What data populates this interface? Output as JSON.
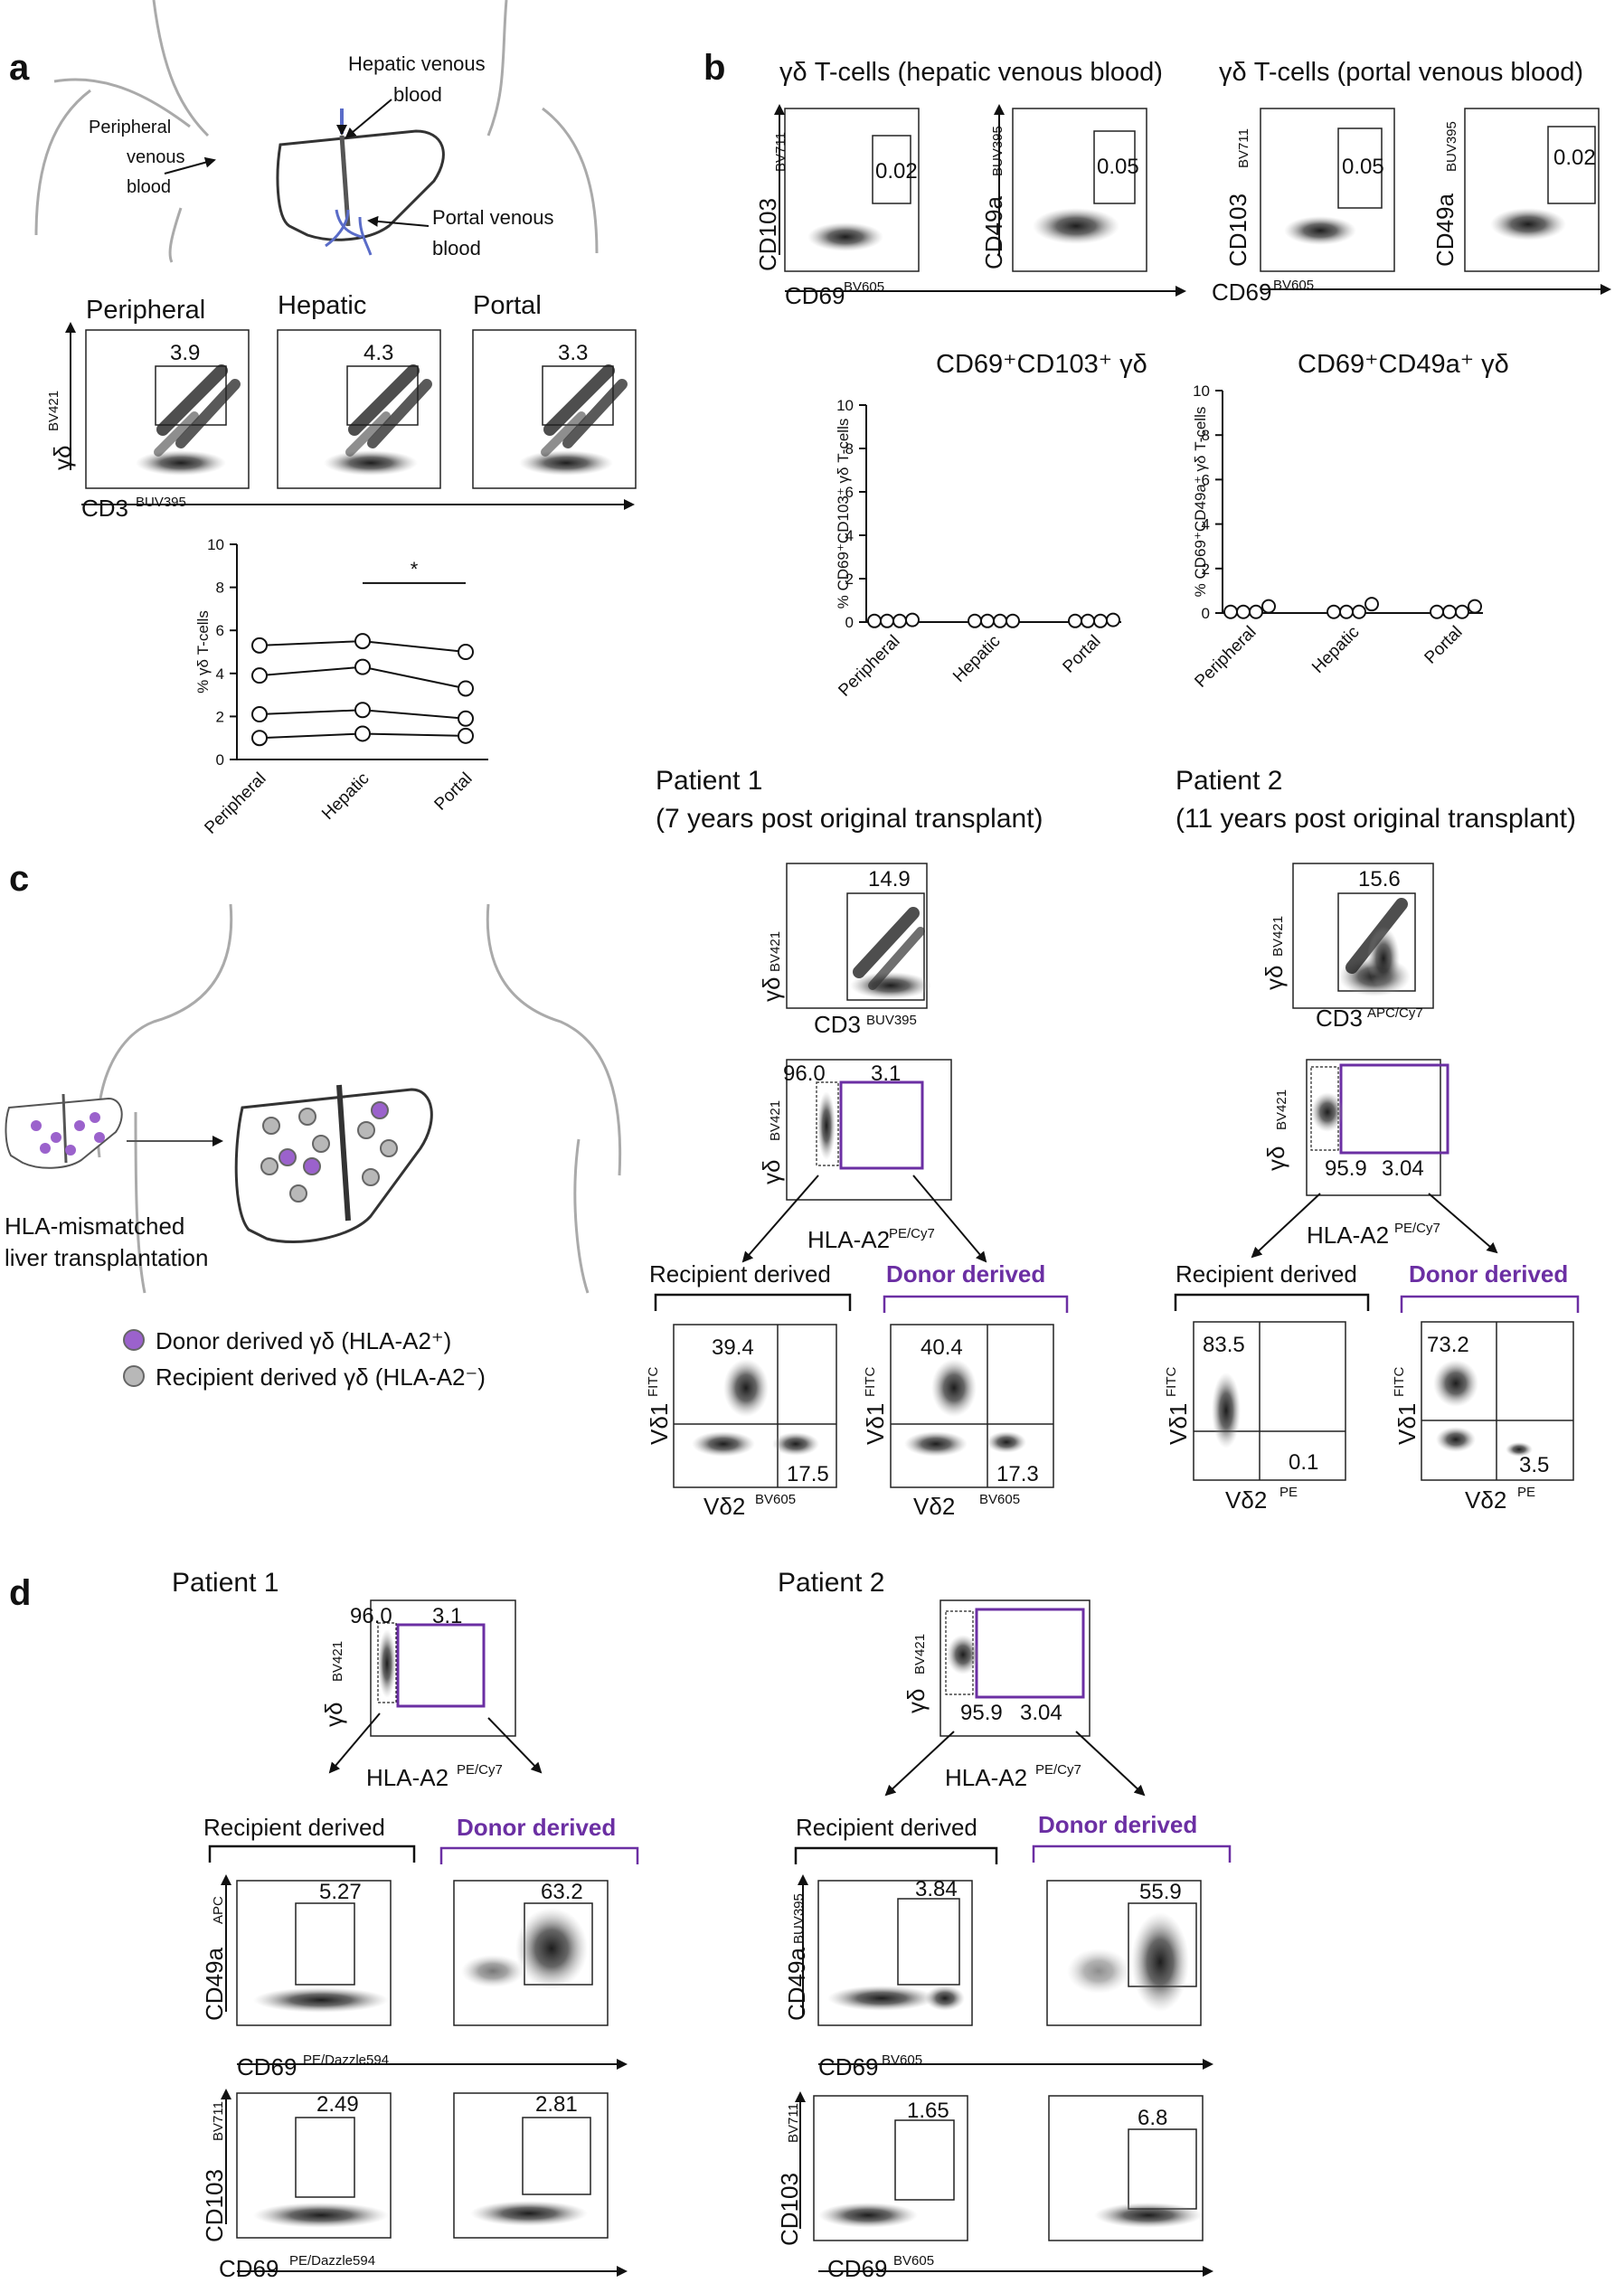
{
  "panels": {
    "a": "a",
    "b": "b",
    "c": "c",
    "d": "d"
  },
  "a": {
    "body_labels": {
      "peripheral": [
        "Peripheral",
        "venous",
        "blood"
      ],
      "hepatic": [
        "Hepatic venous",
        "blood"
      ],
      "portal": [
        "Portal venous",
        "blood"
      ]
    },
    "facs": {
      "titles": [
        "Peripheral",
        "Hepatic",
        "Portal"
      ],
      "values": [
        "3.9",
        "4.3",
        "3.3"
      ],
      "y_label": "γδ",
      "y_sup": "BV421",
      "x_label": "CD3",
      "x_sup": "BUV395"
    }
  },
  "b": {
    "hepatic_title": "γδ T-cells (hepatic venous blood)",
    "portal_title": "γδ T-cells (portal venous blood)",
    "gate_values": [
      "0.02",
      "0.05",
      "0.05",
      "0.02"
    ],
    "y_labels": [
      "CD103",
      "CD49a",
      "CD103",
      "CD49a"
    ],
    "y_sups": [
      "BV711",
      "BUV395",
      "BV711",
      "BUV395"
    ],
    "x_label": "CD69",
    "x_sup": "BV605",
    "chart1_title": "CD69⁺CD103⁺ γδ",
    "chart2_title": "CD69⁺CD49a⁺ γδ",
    "chart1_ylabel": "% CD69⁺CD103⁺ γδ T-cells",
    "chart2_ylabel": "% CD69⁺CD49a⁺ γδ T-cells"
  },
  "c": {
    "patient1": [
      "Patient 1",
      "(7 years post original transplant)"
    ],
    "patient2": [
      "Patient 2",
      "(11 years post original transplant)"
    ],
    "p1_gate": "14.9",
    "p2_gate": "15.6",
    "p1_x_sup": "BUV395",
    "p2_x_sup": "APC/Cy7",
    "p1_split": [
      "96.0",
      "3.1"
    ],
    "p2_split": [
      "95.9",
      "3.04"
    ],
    "hla_label": "HLA-A2",
    "hla_sup": "PE/Cy7",
    "recipient": "Recipient derived",
    "donor": "Donor derived",
    "p1_quads": {
      "rec": [
        "39.4",
        "17.5"
      ],
      "don": [
        "40.4",
        "17.3"
      ]
    },
    "p2_quads": {
      "rec": [
        "83.5",
        "0.1"
      ],
      "don": [
        "73.2",
        "3.5"
      ]
    },
    "vd1": "Vδ1",
    "vd1_sup": "FITC",
    "vd2": "Vδ2",
    "p1_vd2_sup": "BV605",
    "p2_vd2_sup": "PE",
    "transplant_label": [
      "HLA-mismatched",
      "liver transplantation"
    ],
    "legend_donor": "Donor derived γδ (HLA-A2⁺)",
    "legend_recipient": "Recipient derived γδ (HLA-A2⁻)"
  },
  "d": {
    "patient1": "Patient 1",
    "patient2": "Patient 2",
    "p1_split": [
      "96.0",
      "3.1"
    ],
    "p2_split": [
      "95.9",
      "3.04"
    ],
    "p1_vals": [
      "5.27",
      "63.2",
      "2.49",
      "2.81"
    ],
    "p2_vals": [
      "3.84",
      "55.9",
      "1.65",
      "6.8"
    ],
    "p1_cd49a_sup": "APC",
    "p2_cd49a_sup": "BUV395",
    "p1_cd69_sup": "PE/Dazzle594",
    "p2_cd69_sup": "BV605"
  },
  "chart_data": [
    {
      "type": "line",
      "ylabel": "% γδ T-cells",
      "categories": [
        "Peripheral",
        "Hepatic",
        "Portal"
      ],
      "ylim": [
        0,
        10
      ],
      "yticks": [
        0,
        2,
        4,
        6,
        8,
        10
      ],
      "series": [
        {
          "values": [
            5.3,
            5.5,
            5.0
          ]
        },
        {
          "values": [
            3.9,
            4.3,
            3.3
          ]
        },
        {
          "values": [
            2.1,
            2.3,
            1.9
          ]
        },
        {
          "values": [
            1.0,
            1.2,
            1.1
          ]
        }
      ],
      "annotation": "*"
    },
    {
      "type": "scatter",
      "title": "CD69⁺CD103⁺ γδ",
      "ylabel": "% CD69⁺CD103⁺ γδ T-cells",
      "categories": [
        "Peripheral",
        "Hepatic",
        "Portal"
      ],
      "ylim": [
        0,
        10
      ],
      "yticks": [
        0,
        2,
        4,
        6,
        8,
        10
      ],
      "series": [
        {
          "values": [
            0.05,
            0.05,
            0.05
          ]
        },
        {
          "values": [
            0.05,
            0.05,
            0.05
          ]
        },
        {
          "values": [
            0.05,
            0.05,
            0.05
          ]
        },
        {
          "values": [
            0.1,
            0.05,
            0.1
          ]
        }
      ]
    },
    {
      "type": "scatter",
      "title": "CD69⁺CD49a⁺ γδ",
      "ylabel": "% CD69⁺CD49a⁺ γδ T-cells",
      "categories": [
        "Peripheral",
        "Hepatic",
        "Portal"
      ],
      "ylim": [
        0,
        10
      ],
      "yticks": [
        0,
        2,
        4,
        6,
        8,
        10
      ],
      "series": [
        {
          "values": [
            0.05,
            0.05,
            0.05
          ]
        },
        {
          "values": [
            0.05,
            0.05,
            0.05
          ]
        },
        {
          "values": [
            0.05,
            0.05,
            0.05
          ]
        },
        {
          "values": [
            0.3,
            0.4,
            0.3
          ]
        }
      ]
    }
  ]
}
